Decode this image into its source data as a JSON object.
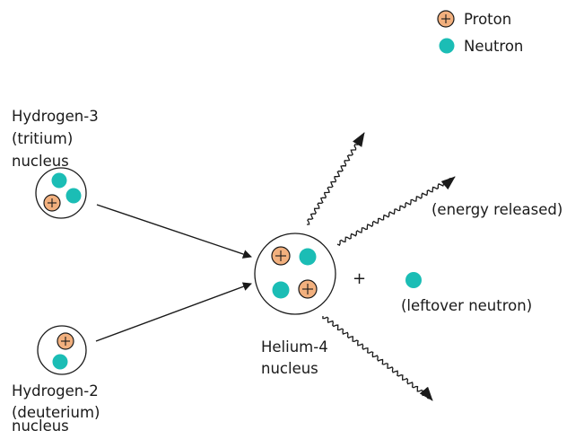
{
  "legend": {
    "proton_label": "Proton",
    "neutron_label": "Neutron"
  },
  "tritium": {
    "line1": "Hydrogen-3",
    "line2": "(tritium)",
    "line3": "nucleus"
  },
  "deuterium": {
    "line1": "Hydrogen-2",
    "line2": "(deuterium)",
    "line3": "nucleus"
  },
  "helium": {
    "line1": "Helium-4",
    "line2": "nucleus"
  },
  "products": {
    "energy_label": "(energy released)",
    "neutron_label": "(leftover neutron)",
    "plus_sign": "+"
  },
  "colors": {
    "proton_fill": "#f2b07e",
    "neutron_fill": "#1bbdb5",
    "outline": "#1a1a1a"
  }
}
